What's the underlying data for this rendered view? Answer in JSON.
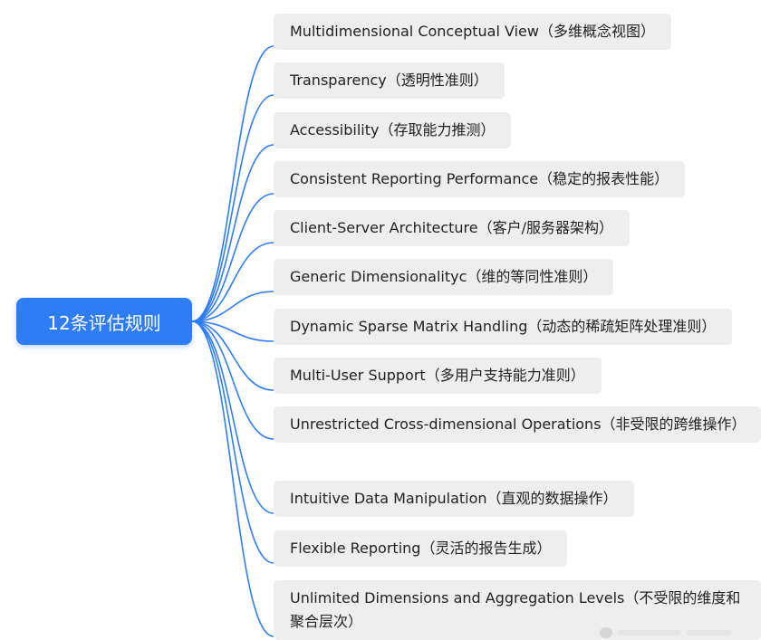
{
  "root": {
    "label": "12条评估规则",
    "color": "#2f7df6"
  },
  "connector_color": "#2f7df6",
  "rules": [
    {
      "label": "Multidimensional Conceptual View（多维概念视图）"
    },
    {
      "label": "Transparency（透明性准则）"
    },
    {
      "label": "Accessibility（存取能力推测）"
    },
    {
      "label": "Consistent Reporting Performance（稳定的报表性能）"
    },
    {
      "label": "Client-Server Architecture（客户/服务器架构）"
    },
    {
      "label": "Generic Dimensionalityc（维的等同性准则）"
    },
    {
      "label": "Dynamic Sparse Matrix Handling（动态的稀疏矩阵处理准则）"
    },
    {
      "label": "Multi-User Support（多用户支持能力准则）"
    },
    {
      "label": "Unrestricted Cross-dimensional Operations（非受限的跨维操作）"
    },
    {
      "label": "Intuitive Data Manipulation（直观的数据操作）"
    },
    {
      "label": "Flexible Reporting（灵活的报告生成）"
    },
    {
      "label": "Unlimited Dimensions and Aggregation Levels（不受限的维度和聚合层次）"
    }
  ]
}
